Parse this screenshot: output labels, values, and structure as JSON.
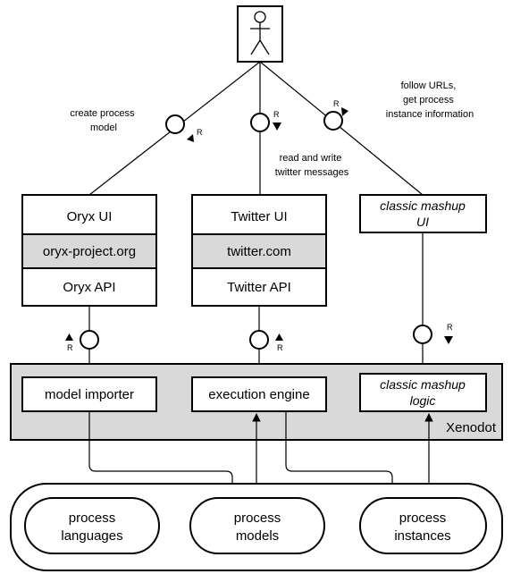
{
  "actor": {
    "annotations": {
      "left": [
        "create process",
        "model"
      ],
      "middle": [
        "read and write",
        "twitter messages"
      ],
      "right": [
        "follow URLs,",
        "get process",
        "instance information"
      ]
    }
  },
  "request_marker": "R",
  "columns": {
    "oryx": {
      "ui": "Oryx UI",
      "site": "oryx-project.org",
      "api": "Oryx API"
    },
    "twitter": {
      "ui": "Twitter UI",
      "site": "twitter.com",
      "api": "Twitter API"
    },
    "mashup": {
      "ui_line1": "classic mashup",
      "ui_line2": "UI"
    }
  },
  "xenodot": {
    "label": "Xenodot",
    "model_importer": "model importer",
    "execution_engine": "execution engine",
    "mashup_logic_line1": "classic mashup",
    "mashup_logic_line2": "logic"
  },
  "storage": {
    "languages": [
      "process",
      "languages"
    ],
    "models": [
      "process",
      "models"
    ],
    "instances": [
      "process",
      "instances"
    ]
  }
}
